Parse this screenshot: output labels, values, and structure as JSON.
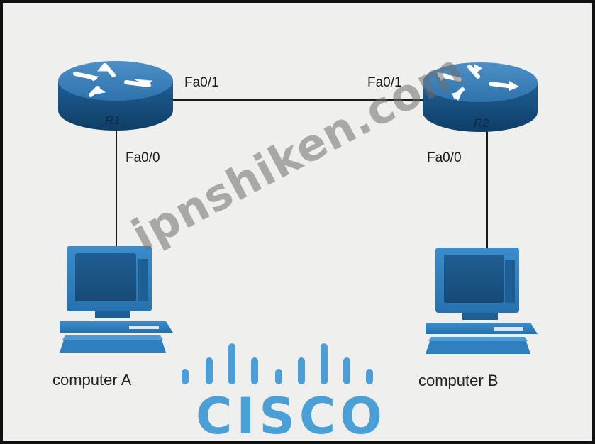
{
  "topology": {
    "routers": [
      {
        "id": "r1",
        "name": "R1",
        "interfaces": {
          "left": "Fa0/0",
          "right": "Fa0/1"
        }
      },
      {
        "id": "r2",
        "name": "R2",
        "interfaces": {
          "left": "Fa0/1",
          "down": "Fa0/0"
        }
      }
    ],
    "computers": [
      {
        "id": "pc-a",
        "label": "computer A"
      },
      {
        "id": "pc-b",
        "label": "computer B"
      }
    ]
  },
  "labels": {
    "r1_fa01": "Fa0/1",
    "r2_fa01": "Fa0/1",
    "r1_fa00": "Fa0/0",
    "r2_fa00": "Fa0/0",
    "r1_name": "R1",
    "r2_name": "R2",
    "computer_a": "computer A",
    "computer_b": "computer B"
  },
  "watermark": "ipnshiken.com",
  "logo": {
    "word": "CISCO",
    "color": "#4a9fd6"
  },
  "colors": {
    "router": "#2a6fa8",
    "router_dark": "#174f80",
    "computer": "#2e7fbd",
    "computer_dark": "#1d5f95",
    "link": "#1a1a1a"
  }
}
